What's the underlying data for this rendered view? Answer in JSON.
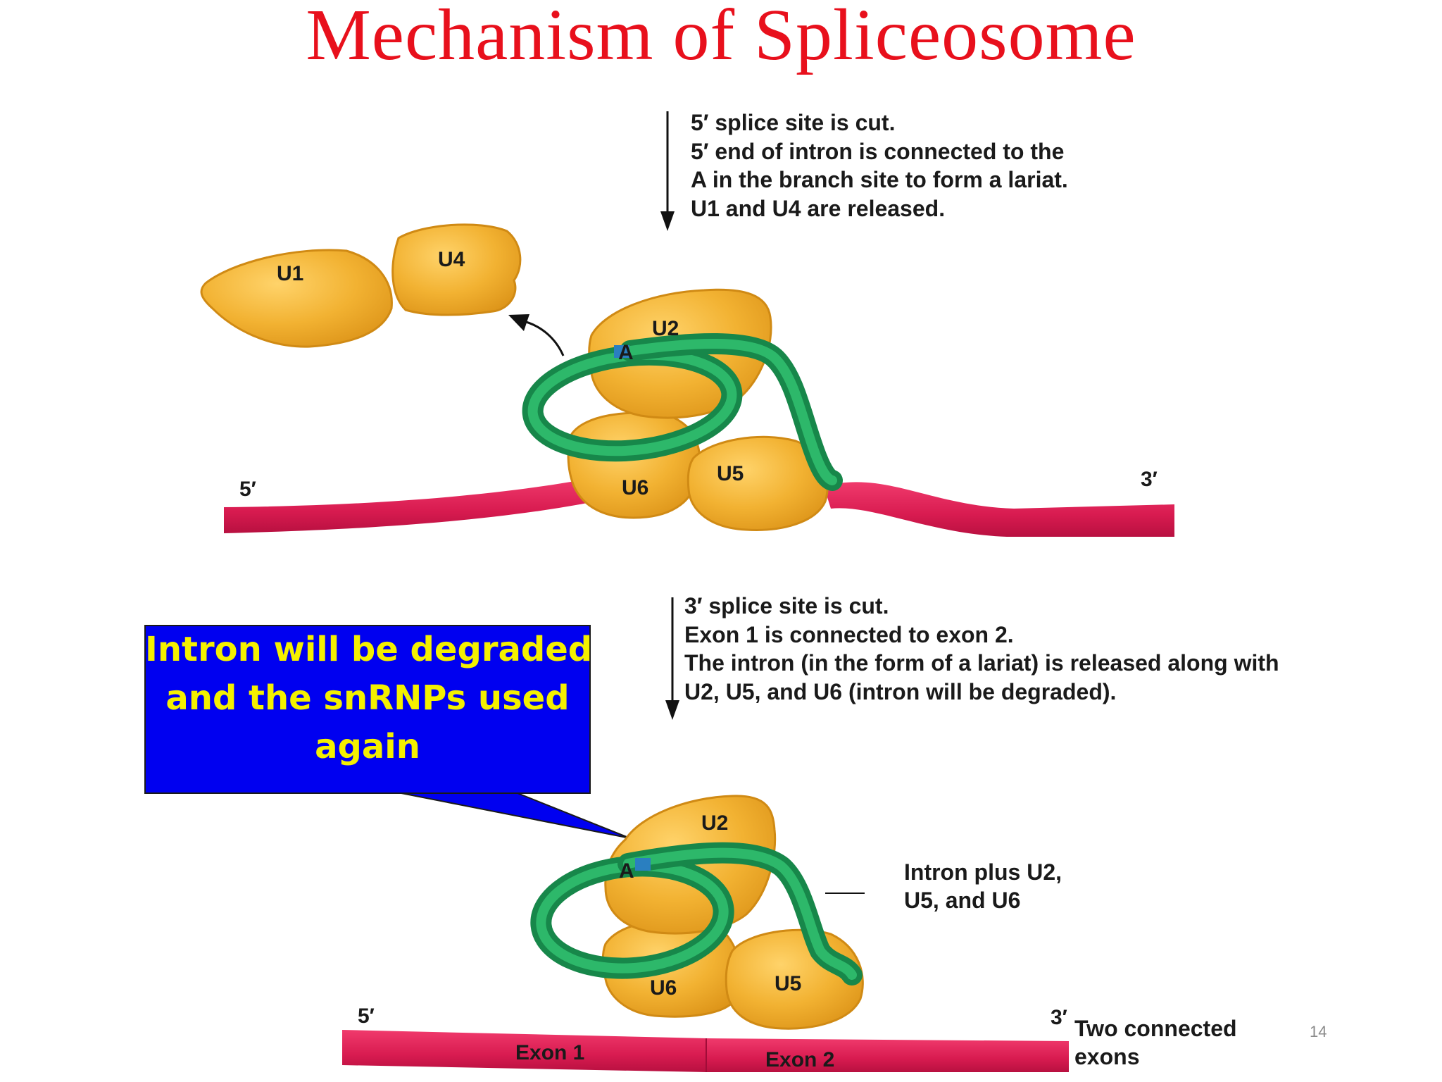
{
  "title": "Mechanism of Spliceosome",
  "step1": {
    "lines": [
      "5′ splice site is cut.",
      "5′ end of intron is connected to the",
      "A in the branch site to form a lariat.",
      "U1 and U4 are released."
    ]
  },
  "step2": {
    "lines": [
      "3′ splice site is cut.",
      "Exon 1 is connected to exon 2.",
      "The intron (in the form of a lariat) is released along with",
      "U2, U5, and U6 (intron will be degraded)."
    ]
  },
  "callout": {
    "lines": [
      "Intron will be degraded",
      "and the snRNPs used",
      "again"
    ]
  },
  "top_diagram": {
    "u1": "U1",
    "u4": "U4",
    "u2": "U2",
    "u6": "U6",
    "u5": "U5",
    "branch_a": "A",
    "five_prime": "5′",
    "three_prime": "3′"
  },
  "bottom_diagram": {
    "u2": "U2",
    "u6": "U6",
    "u5": "U5",
    "branch_a": "A",
    "five_prime": "5′",
    "three_prime": "3′",
    "exon1": "Exon 1",
    "exon2": "Exon 2",
    "intron_label": [
      "Intron plus U2,",
      "U5, and U6"
    ],
    "exons_label": [
      "Two connected",
      "exons"
    ]
  },
  "page_number": "14",
  "colors": {
    "title": "#e8101c",
    "snrnp": "#f2b232",
    "snrnp_edge": "#d9921a",
    "intron": "#1f9a55",
    "mrna": "#e0215a",
    "branch": "#2a7fc0",
    "callout_bg": "#0000f0",
    "callout_text": "#f4f000"
  }
}
